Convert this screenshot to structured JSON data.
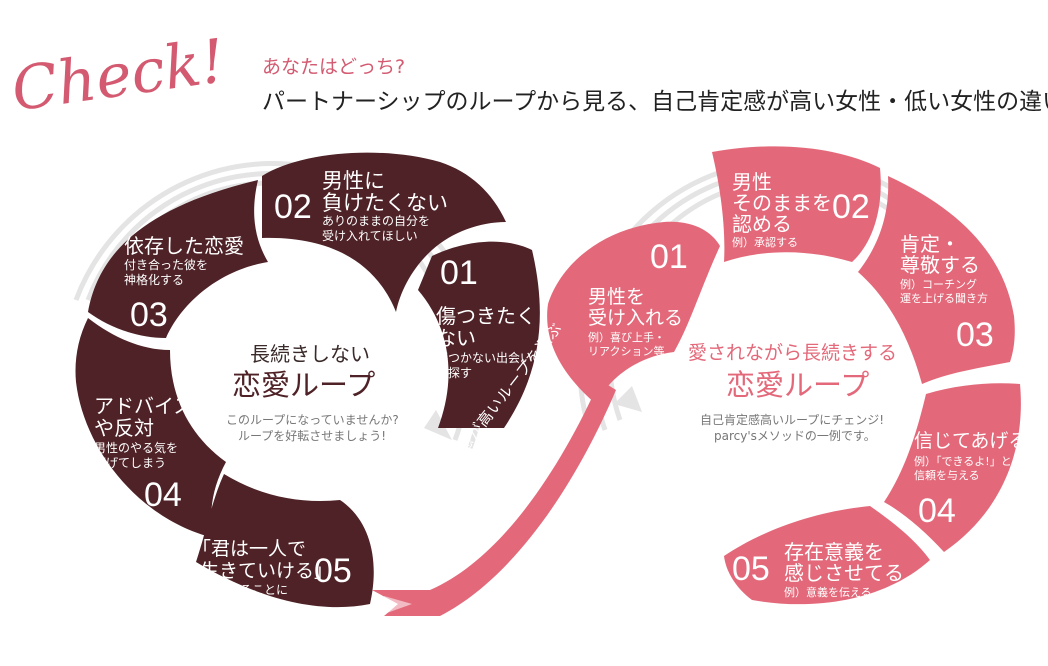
{
  "header": {
    "script_title": "Check!",
    "question": "あなたはどっち?",
    "subtitle": "パートナーシップのループから見る、自己肯定感が高い女性・低い女性の違い"
  },
  "colors": {
    "dark": "#4e2226",
    "pink": "#e3697a",
    "pink_light": "#ec8d99",
    "script": "#d35a70",
    "grey_arrow": "#e1e1e1",
    "text_grey": "#777777"
  },
  "left_loop": {
    "center_top": "長続きしない",
    "center_big": "恋愛ループ",
    "center_note_1": "このループになっていませんか?",
    "center_note_2": "ループを好転させましょう!",
    "steps": [
      {
        "num": "01",
        "title_1": "傷つきたく",
        "title_2": "ない",
        "sub_1": "傷つかない出会い",
        "sub_2": "を探す"
      },
      {
        "num": "02",
        "title_1": "男性に",
        "title_2": "負けたくない",
        "sub_1": "ありのままの自分を",
        "sub_2": "受け入れてほしい"
      },
      {
        "num": "03",
        "title_1": "依存した恋愛",
        "sub_1": "付き合った彼を",
        "sub_2": "神格化する"
      },
      {
        "num": "04",
        "title_1": "アドバイス",
        "title_2": "や反対",
        "sub_1": "男性のやる気を",
        "sub_2": "下げてしまう"
      },
      {
        "num": "05",
        "title_1": "「君は一人で",
        "title_2": "生きていける」",
        "sub_1": "と別れることに"
      }
    ]
  },
  "right_loop": {
    "center_top": "愛されながら長続きする",
    "center_big": "恋愛ループ",
    "center_note_1": "自己肯定感高いループにチェンジ!",
    "center_note_2": "parcy'sメソッドの一例です。",
    "steps": [
      {
        "num": "01",
        "title_1": "男性を",
        "title_2": "受け入れる",
        "sub_1": "例）喜び上手・",
        "sub_2": "リアクション等"
      },
      {
        "num": "02",
        "title_1": "男性",
        "title_2": "そのままを",
        "title_3": "認める",
        "sub_1": "例）承認する"
      },
      {
        "num": "03",
        "title_1": "肯定・",
        "title_2": "尊敬する",
        "sub_1": "例）コーチング",
        "sub_2": "運を上げる聞き方"
      },
      {
        "num": "04",
        "title_1": "信じてあげる",
        "sub_1": "例）「できるよ!」と",
        "sub_2": "信頼を与える"
      },
      {
        "num": "05",
        "title_1": "存在意義を",
        "title_2": "感じさせてる",
        "sub_1": "例）意義を伝える"
      }
    ]
  },
  "connector": {
    "label": "自己肯定感が高いループを選ぶ"
  }
}
